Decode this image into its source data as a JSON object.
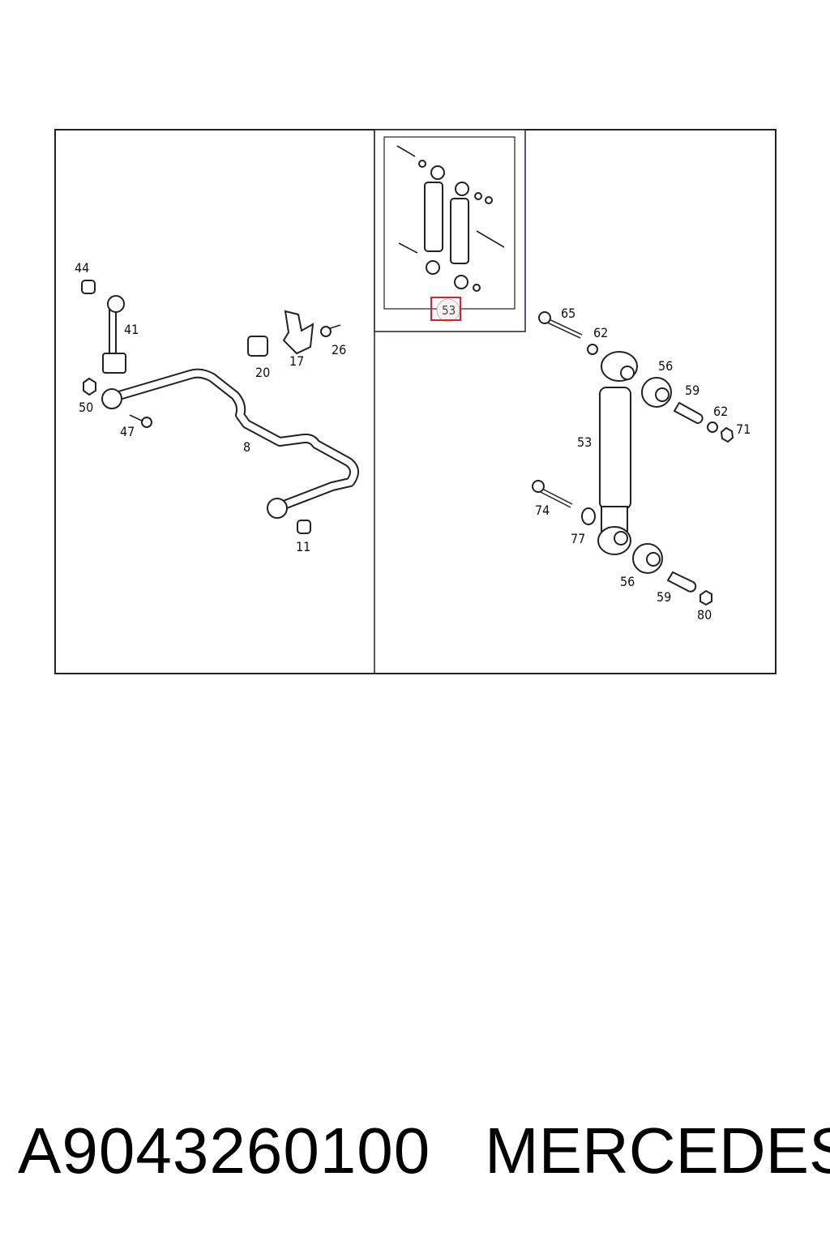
{
  "footer": {
    "part_number": "A9043260100",
    "brand": "MERCEDES"
  },
  "diagram": {
    "highlight_color": "#e2202c",
    "callouts": {
      "c44": "44",
      "c41": "41",
      "c50": "50",
      "c47": "47",
      "c8": "8",
      "c20": "20",
      "c17": "17",
      "c26": "26",
      "c11": "11",
      "c53_thumb": "53",
      "c65": "65",
      "c62a": "62",
      "c56a": "56",
      "c59a": "59",
      "c62b": "62",
      "c71": "71",
      "c53": "53",
      "c74": "74",
      "c77": "77",
      "c56b": "56",
      "c59b": "59",
      "c80": "80"
    }
  }
}
